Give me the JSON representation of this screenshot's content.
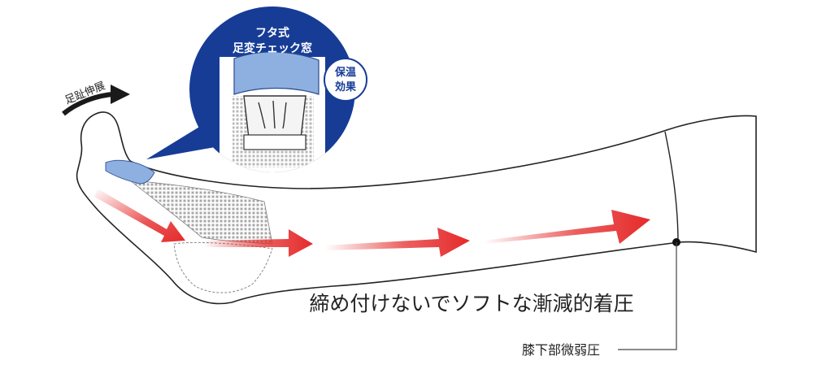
{
  "labels": {
    "toe_stretch": "足趾伸展",
    "lid_window_line1": "フタ式",
    "lid_window_line2": "足変チェック窓",
    "warm_line1": "保温",
    "warm_line2": "効果",
    "soft_pressure": "締め付けないでソフトな漸減的着圧",
    "knee_pressure": "膝下部微弱圧"
  },
  "colors": {
    "callout_blue": "#163c96",
    "window_blue": "#8db0e0",
    "arrow_red": "#e52a2a",
    "outline": "#222222",
    "mesh": "#b8b8b8"
  },
  "icons": [
    "stretch-arrow-icon",
    "pressure-arrow-icon",
    "knee-marker-icon"
  ]
}
